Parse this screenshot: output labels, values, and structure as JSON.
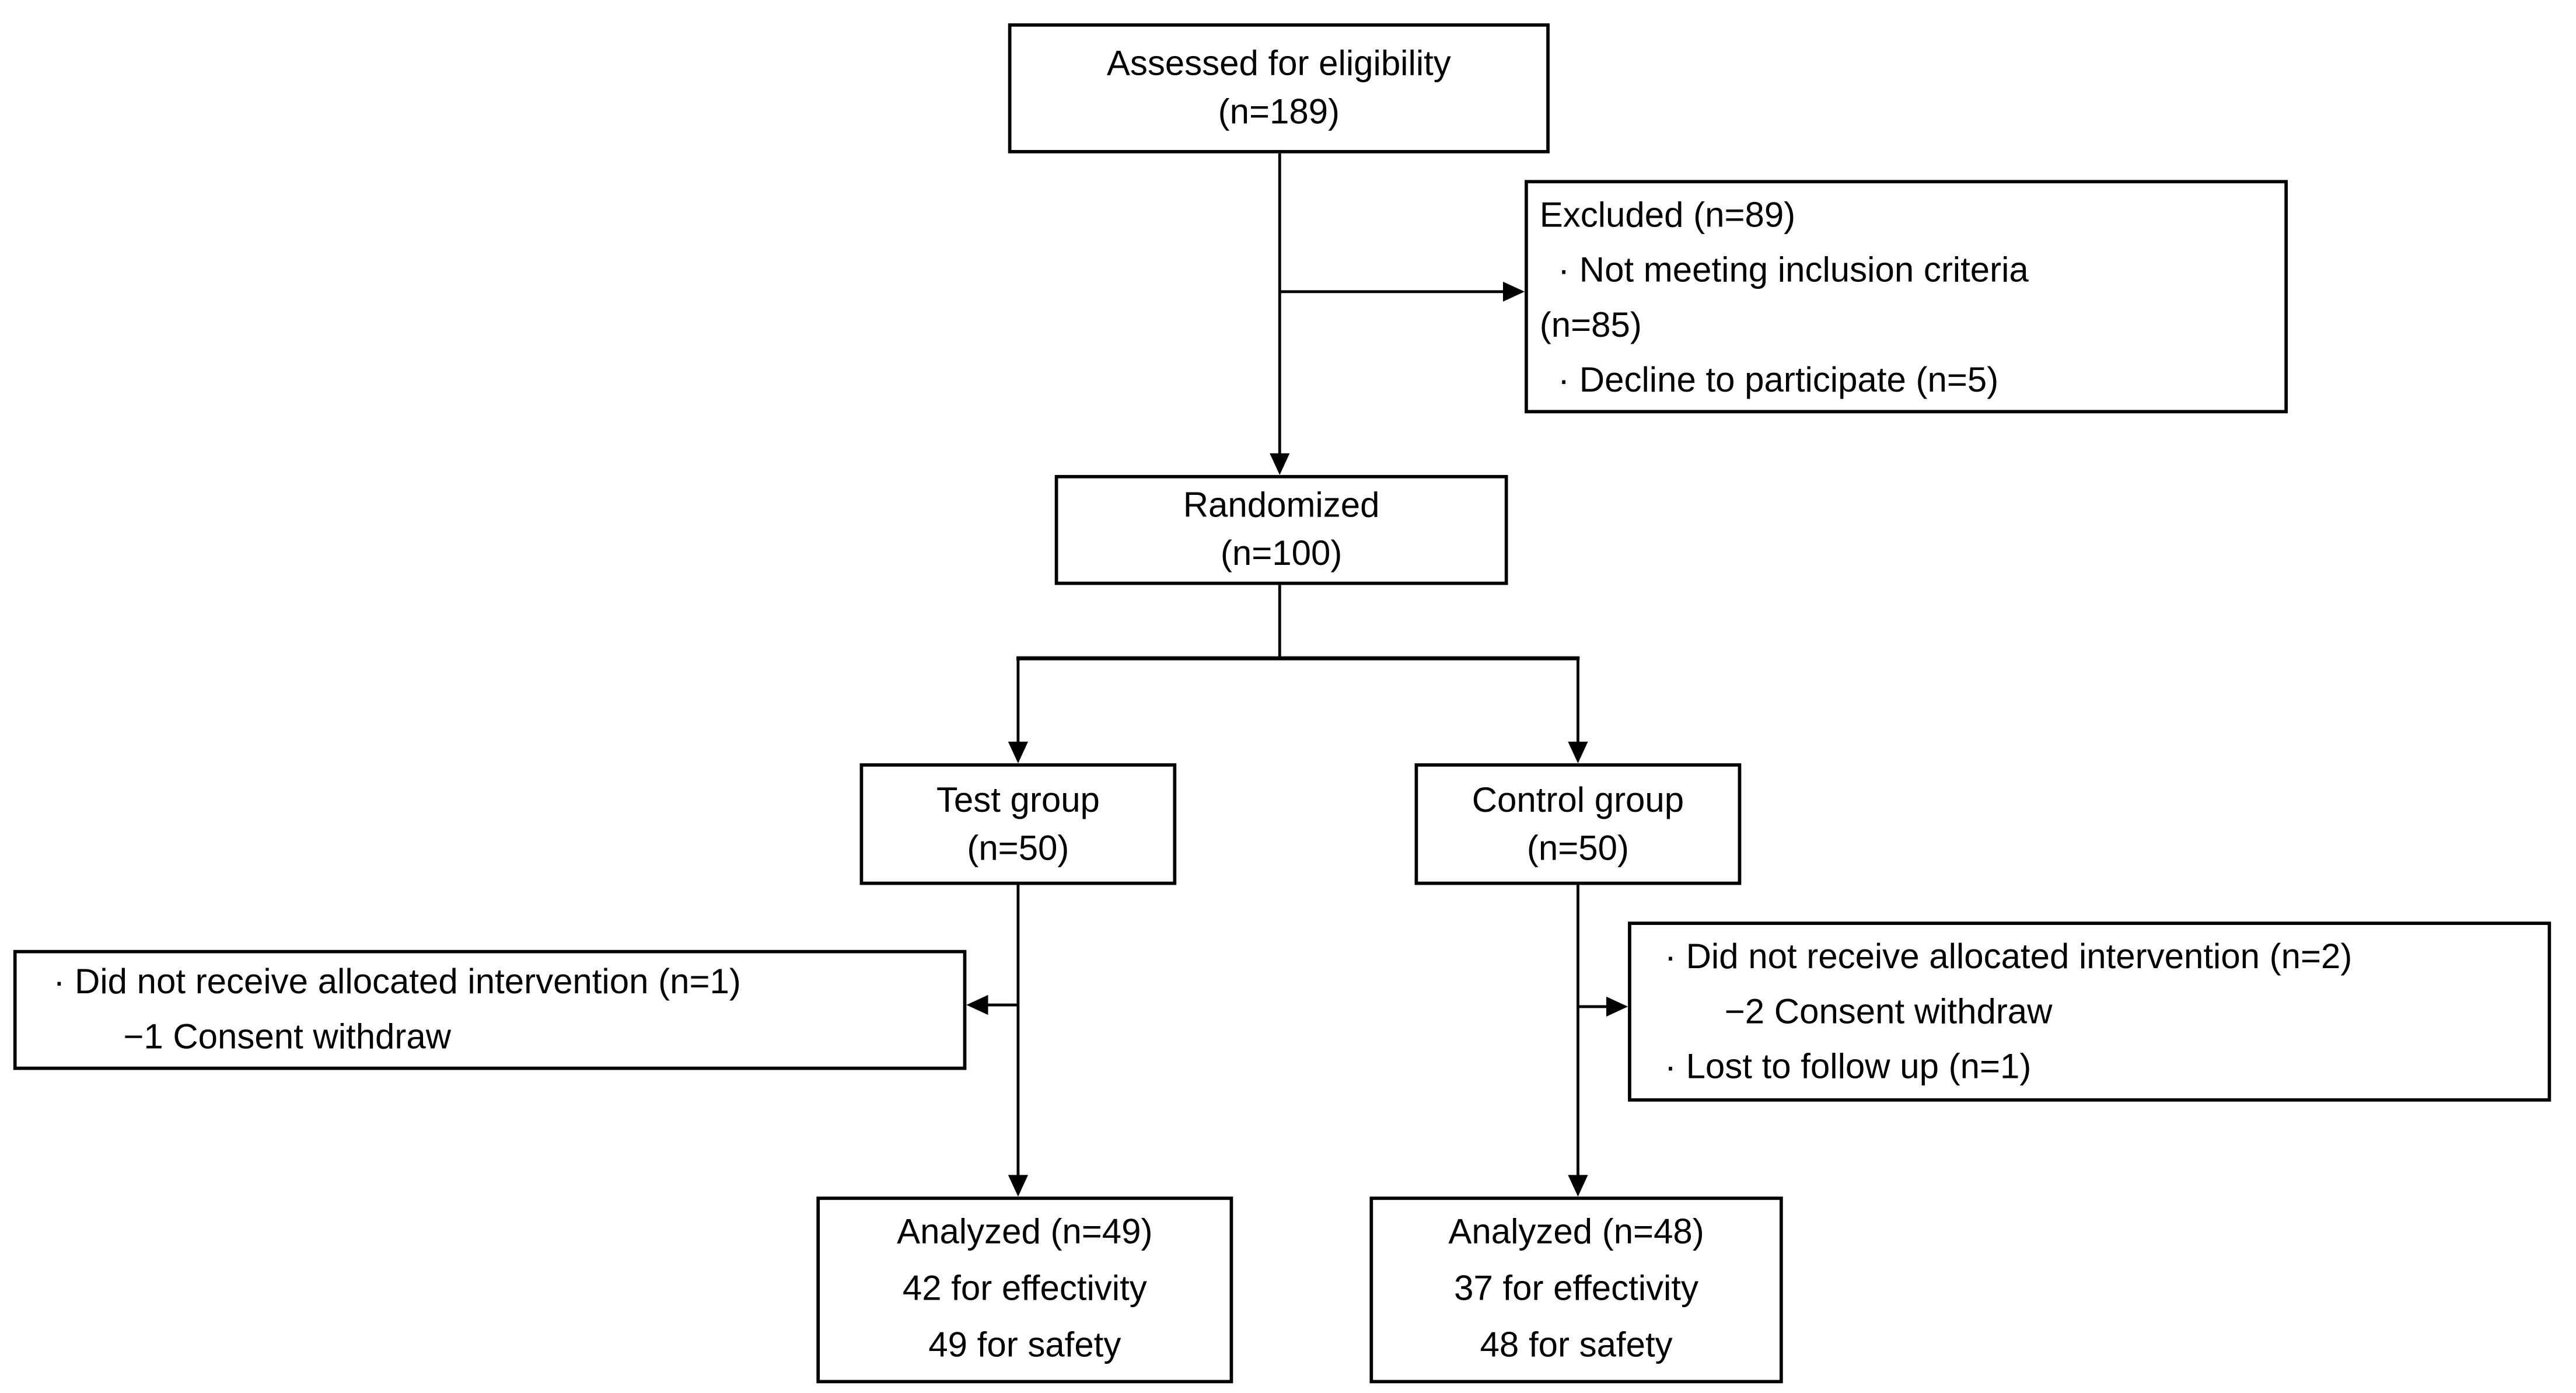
{
  "diagram": {
    "kind": "consort-flow-diagram",
    "colors": {
      "line": "#000000",
      "border": "#000000",
      "background": "#ffffff",
      "text": "#000000"
    },
    "boxes": {
      "assessed": {
        "lines": [
          "Assessed for eligibility",
          "(n=189)"
        ]
      },
      "excluded": {
        "lines": [
          "Excluded (n=89)",
          "· Not meeting inclusion criteria",
          "(n=85)",
          "· Decline to participate (n=5)"
        ]
      },
      "randomized": {
        "lines": [
          "Randomized",
          "(n=100)"
        ]
      },
      "test_group": {
        "lines": [
          "Test group",
          "(n=50)"
        ]
      },
      "control_group": {
        "lines": [
          "Control group",
          "(n=50)"
        ]
      },
      "test_exclusions": {
        "lines": [
          "· Did not receive allocated intervention (n=1)",
          "−1 Consent withdraw"
        ]
      },
      "control_exclusions": {
        "lines": [
          "· Did not receive allocated intervention (n=2)",
          "−2 Consent withdraw",
          "· Lost to follow up (n=1)"
        ]
      },
      "analyzed_test": {
        "lines": [
          "Analyzed (n=49)",
          "42 for effectivity",
          "49 for safety"
        ]
      },
      "analyzed_control": {
        "lines": [
          "Analyzed (n=48)",
          "37 for effectivity",
          "48 for safety"
        ]
      }
    }
  }
}
